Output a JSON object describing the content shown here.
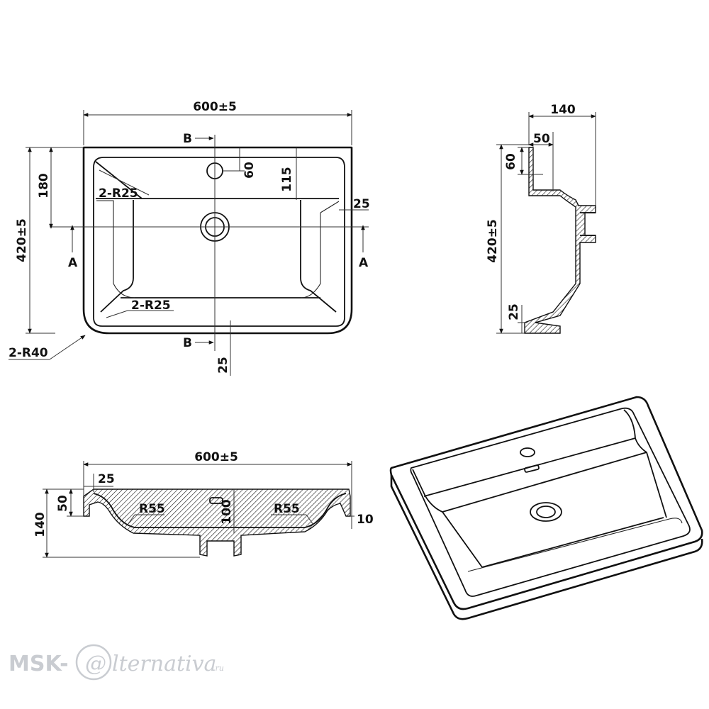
{
  "top_view": {
    "width_label": "600±5",
    "height_label": "420±5",
    "back_label": "180",
    "tap_label": "60",
    "rim_label": "115",
    "side_rim_label": "25",
    "front_rim_label": "25",
    "upper_radius_label": "2-R25",
    "lower_radius_label": "2-R25",
    "corner_radius_label": "2-R40",
    "section_a_left": "A",
    "section_a_right": "A",
    "section_b_top": "B",
    "section_b_bottom": "B"
  },
  "side_view": {
    "depth_label": "140",
    "rim_label": "50",
    "tap_label": "60",
    "height_label": "420±5",
    "bottom_label": "25"
  },
  "front_section": {
    "width_label": "600±5",
    "rim_label": "25",
    "depth_label": "140",
    "lip_label": "50",
    "radius_left_label": "R55",
    "radius_right_label": "R55",
    "bowl_label": "100",
    "edge_label": "10"
  },
  "watermark": {
    "prefix": "MSK-",
    "at_sign": "@",
    "suffix": "lternativa",
    "domain": ".ru"
  }
}
